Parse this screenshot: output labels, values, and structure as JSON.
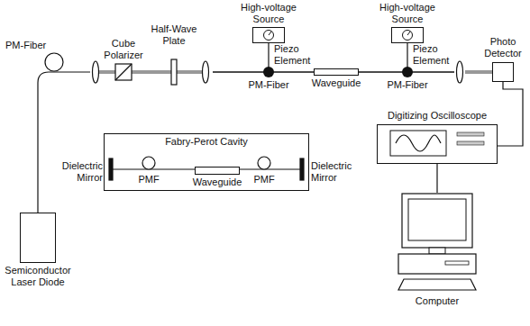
{
  "diagram": {
    "nodes": [
      {
        "text": [
          "Semiconductor Laser Diode"
        ]
      },
      {
        "text": [
          "High-voltage Source"
        ]
      },
      {
        "text": [
          "High-voltage Source"
        ]
      },
      {
        "text": [
          "Waveguide"
        ]
      },
      {
        "text": [
          "Photo Detector"
        ]
      },
      {
        "text": [
          "Digitizing Oscilloscope"
        ]
      },
      {
        "text": [
          "Computer"
        ]
      },
      {
        "text": [
          "Fabry-Perot Cavity"
        ]
      },
      {
        "text": [
          "Waveguide"
        ],
        "in": 7
      }
    ],
    "edges": [
      {
        "from": 4,
        "to": 5,
        "arrow": "none"
      },
      {
        "from": 5,
        "to": 6,
        "arrow": "none"
      }
    ],
    "labels": [
      "PM-Fiber",
      "Cube Polarizer",
      "Half-Wave Plate",
      "Piezo Element",
      "Piezo Element",
      "PM-Fiber",
      "PM-Fiber",
      "Dielectric Mirror",
      "PMF",
      "PMF",
      "Dielectric Mirror"
    ]
  }
}
